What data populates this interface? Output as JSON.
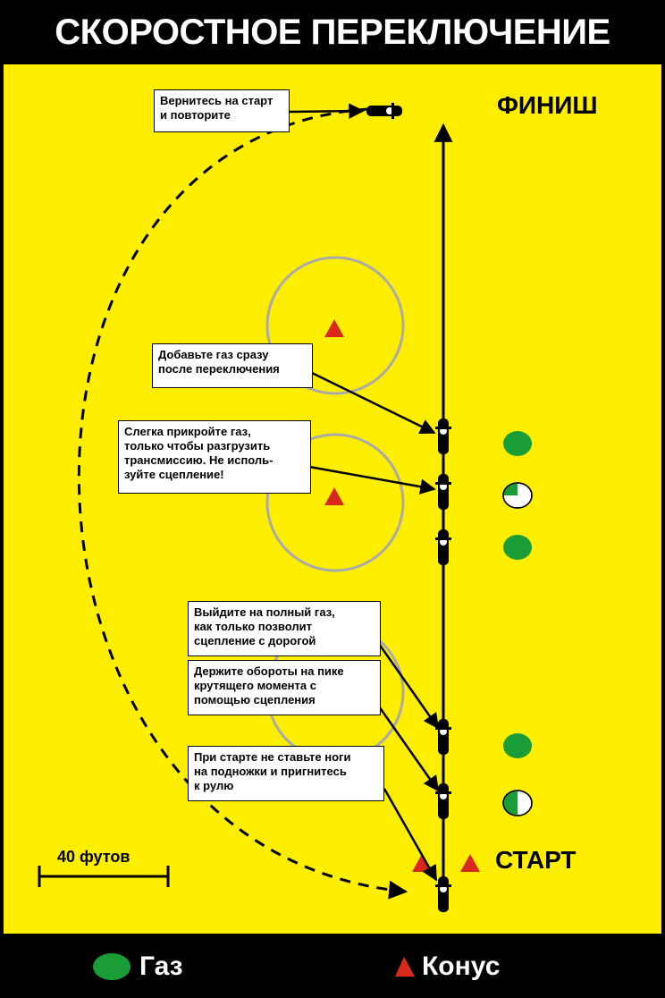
{
  "title": "СКОРОСТНОЕ ПЕРЕКЛЮЧЕНИЕ",
  "colors": {
    "field": "#ffee00",
    "throttle": "#1a9d36",
    "cone": "#d9291c",
    "circle": "#aaaaaa"
  },
  "finish_label": "ФИНИШ",
  "start_label": "СТАРТ",
  "scale_label": "40 футов",
  "notes": {
    "return": "Вернитесь на старт\nи повторите",
    "add_gas": "Добавьте газ сразу\nпосле переключения",
    "roll_off": "Слегка прикройте газ,\nтолько чтобы разгрузить\nтрансмиссию. Не исполь-\nзуйте сцепление!",
    "full_gas": "Выйдите на полный газ,\nкак только позволит\nсцепление с дорогой",
    "hold_rpm": "Держите обороты на пике\nкрутящего момента с\nпомощью сцепления",
    "feet": "При старте не ставьте ноги\nна подножки и пригнитесь\nк рулю"
  },
  "throttle_positions": [
    1.0,
    0.25,
    1.0,
    1.0,
    0.5
  ],
  "legend": {
    "throttle": "Газ",
    "cone": "Конус"
  }
}
